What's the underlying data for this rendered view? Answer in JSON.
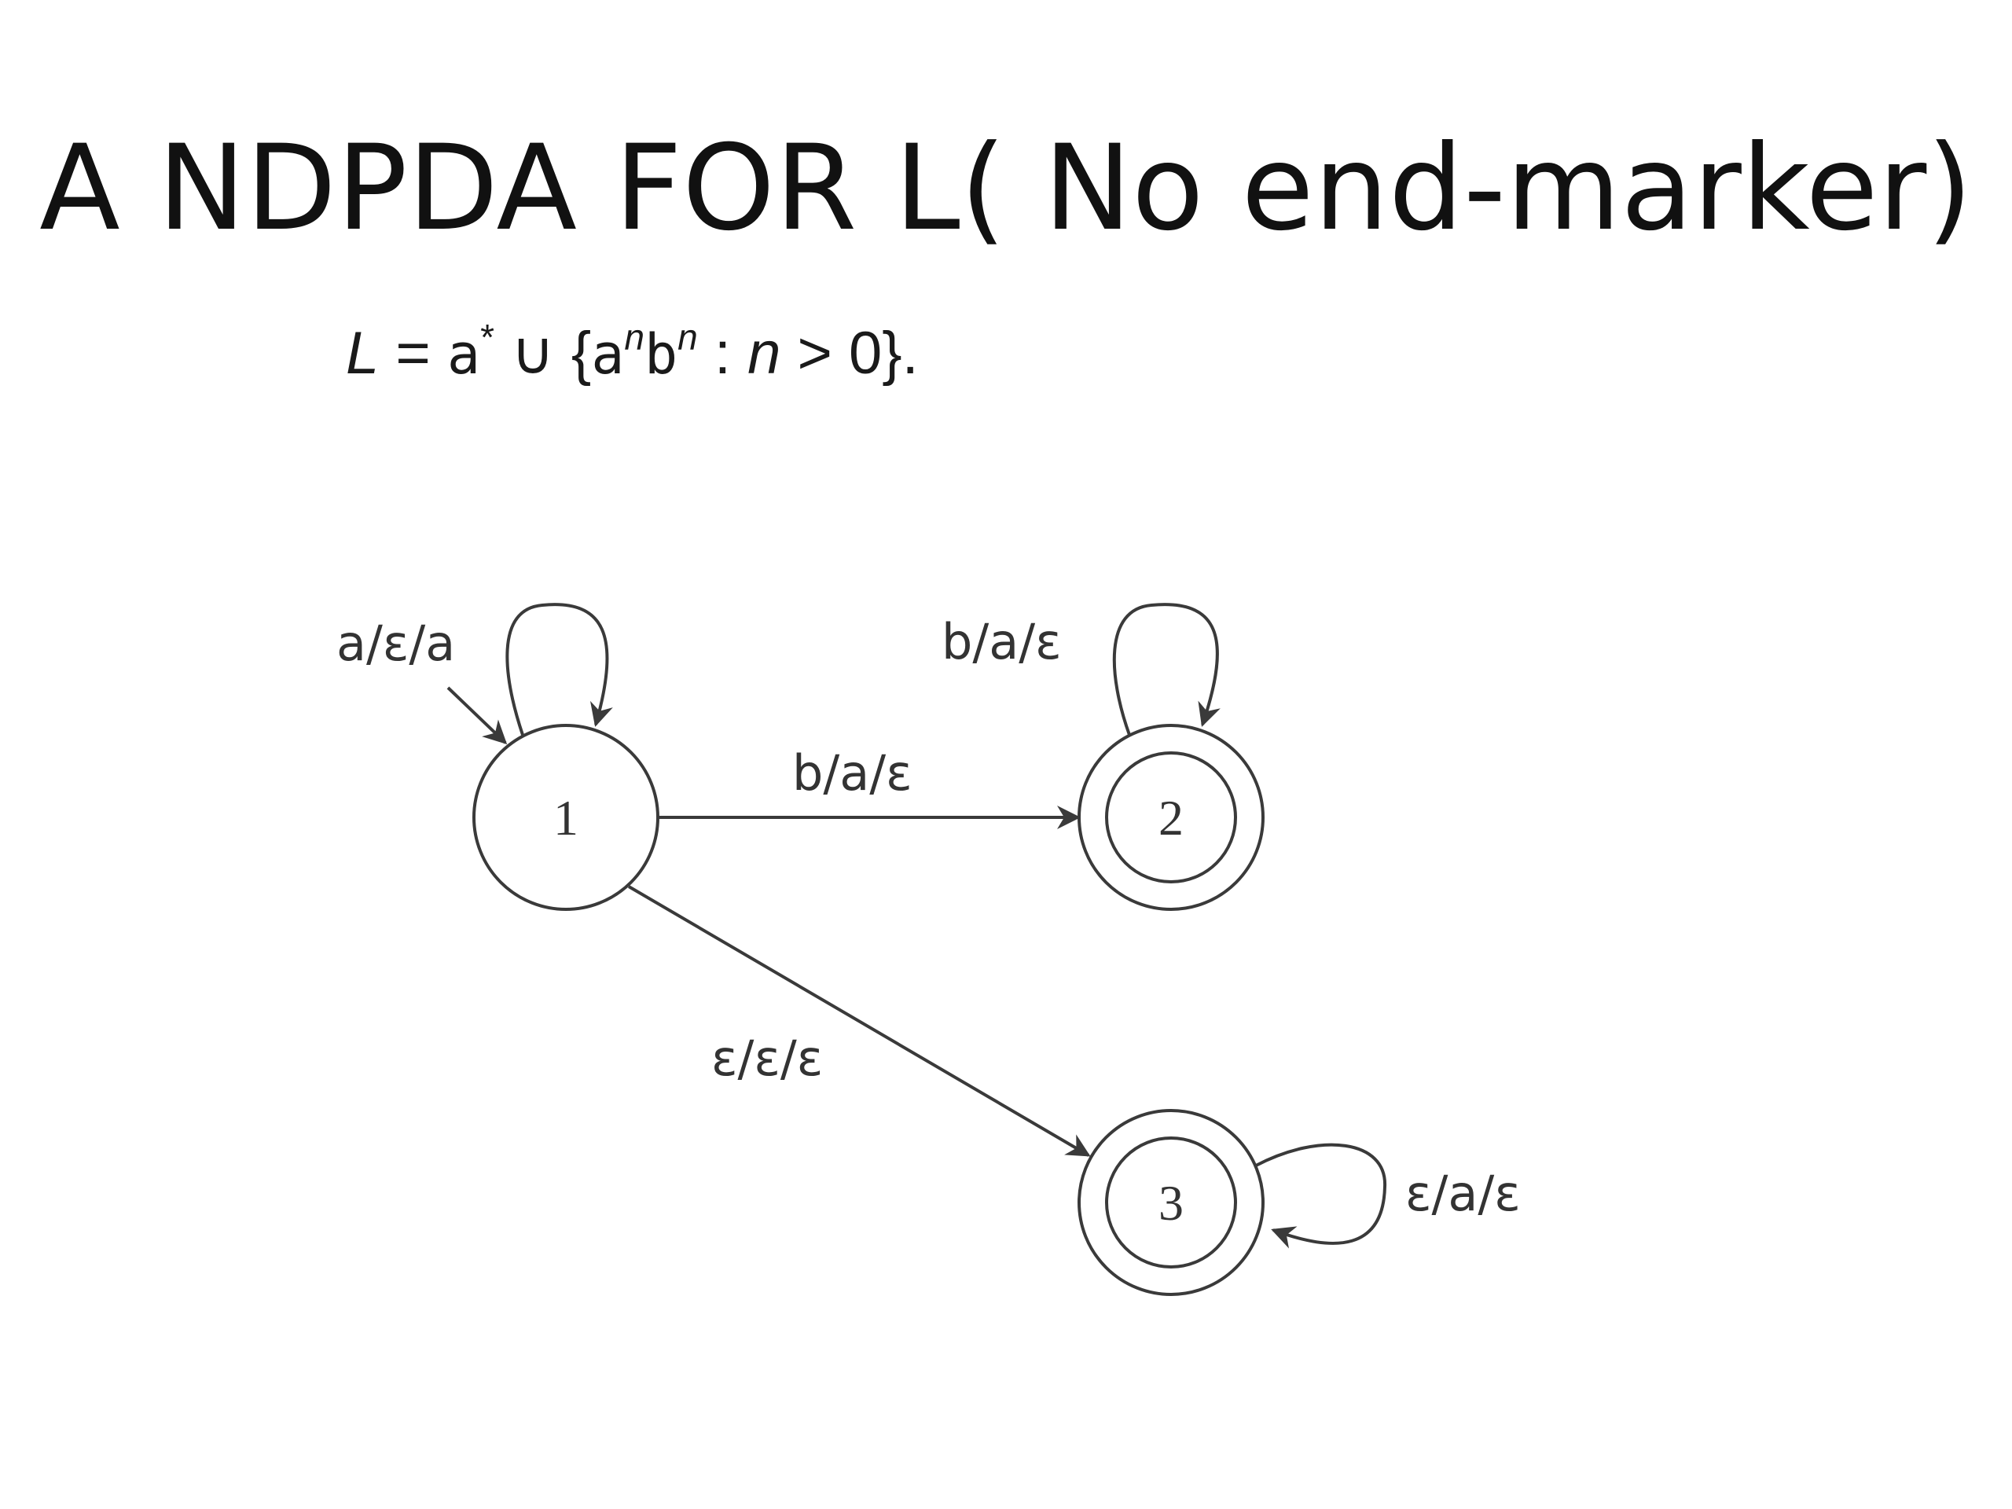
{
  "slide": {
    "title": "A NDPDA FOR L( No end-marker)"
  },
  "formula": {
    "lhs": "L",
    "equals": " = ",
    "astar_base": "a",
    "astar_sup": "*",
    "union": " ∪ {",
    "a": "a",
    "a_exp": "n",
    "b": "b",
    "b_exp": "n",
    "colon": " : ",
    "n": "n",
    "cond": " > 0}."
  },
  "diagram": {
    "states": [
      {
        "id": "1",
        "label": "1",
        "accepting": false,
        "start": true
      },
      {
        "id": "2",
        "label": "2",
        "accepting": true,
        "start": false
      },
      {
        "id": "3",
        "label": "3",
        "accepting": true,
        "start": false
      }
    ],
    "transitions": [
      {
        "from": "1",
        "to": "1",
        "label": "a/ε/a"
      },
      {
        "from": "2",
        "to": "2",
        "label": "b/a/ε"
      },
      {
        "from": "1",
        "to": "2",
        "label": "b/a/ε"
      },
      {
        "from": "1",
        "to": "3",
        "label": "ε/ε/ε"
      },
      {
        "from": "3",
        "to": "3",
        "label": "ε/a/ε"
      }
    ]
  },
  "colors": {
    "stroke": "#3a3a3a",
    "text": "#111111",
    "background": "#ffffff"
  }
}
